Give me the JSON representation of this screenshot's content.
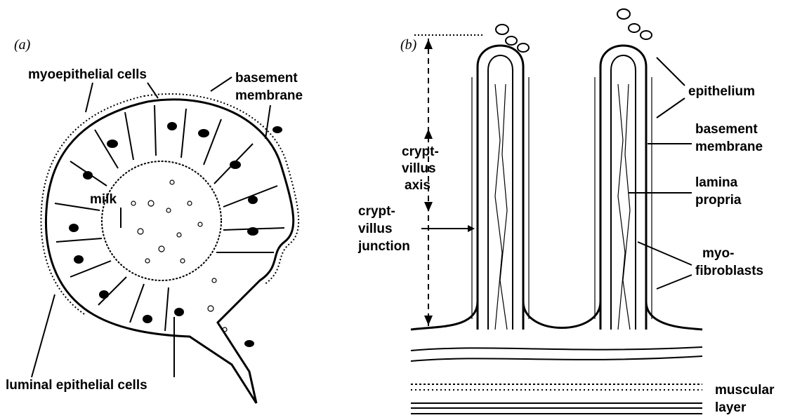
{
  "panel_a": {
    "tag": "(a)",
    "labels": {
      "myoepithelial": "myoepithelial cells",
      "basement_1": "basement",
      "basement_2": "membrane",
      "milk": "milk",
      "luminal": "luminal epithelial cells"
    }
  },
  "panel_b": {
    "tag": "(b)",
    "labels": {
      "crypt_axis_1": "crypt-",
      "crypt_axis_2": "villus",
      "crypt_axis_3": "axis",
      "crypt_junction_1": "crypt-",
      "crypt_junction_2": "villus",
      "crypt_junction_3": "junction",
      "epithelium": "epithelium",
      "basement_1": "basement",
      "basement_2": "membrane",
      "lamina_1": "lamina",
      "lamina_2": "propria",
      "myofib_1": "myo-",
      "myofib_2": "fibroblasts",
      "muscular_1": "muscular",
      "muscular_2": "layer"
    }
  }
}
